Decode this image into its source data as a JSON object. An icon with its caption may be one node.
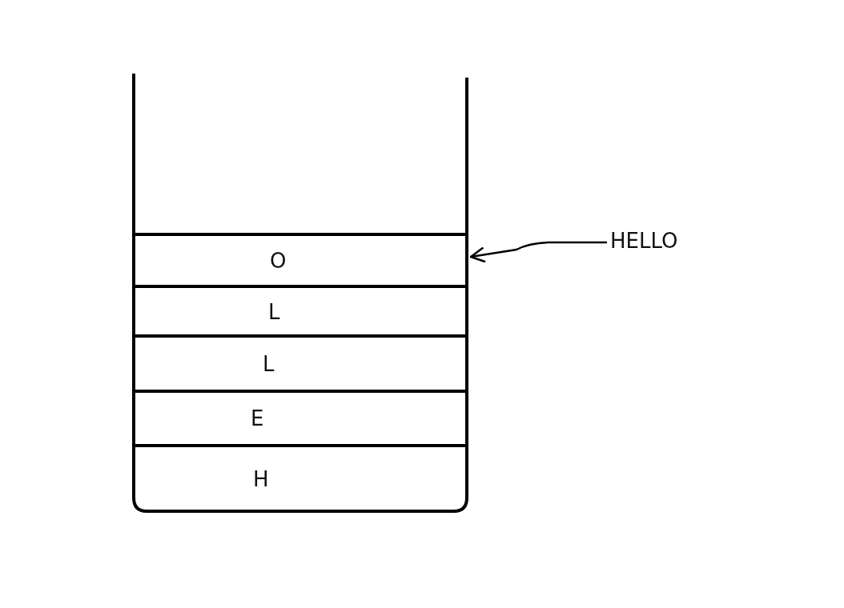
{
  "diagram": {
    "nodes": [
      {
        "text": [],
        "shape": "box"
      },
      {
        "text": [
          "O"
        ],
        "in": 0
      },
      {
        "text": [
          "L"
        ],
        "in": 0
      },
      {
        "text": [
          "L"
        ],
        "in": 0
      },
      {
        "text": [
          "E"
        ],
        "in": 0
      },
      {
        "text": [
          "H"
        ],
        "in": 0
      },
      {
        "text": [
          "HELLO"
        ]
      }
    ],
    "edges": [
      {
        "from": 6,
        "to": 1,
        "arrow": "to"
      }
    ]
  }
}
